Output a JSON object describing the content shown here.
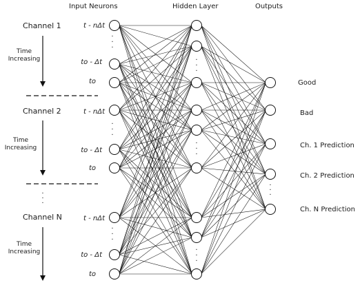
{
  "headers": {
    "input": "Input Neurons",
    "hidden": "Hidden Layer",
    "outputs": "Outputs"
  },
  "channels": [
    {
      "name": "Channel 1",
      "time_line1": "Time",
      "time_line2": "Increasing",
      "labels": {
        "first": "t - nΔt",
        "second": "to - Δt",
        "third": "to"
      }
    },
    {
      "name": "Channel 2",
      "time_line1": "Time",
      "time_line2": "Increasing",
      "labels": {
        "first": "t - nΔt",
        "second": "to - Δt",
        "third": "to"
      }
    },
    {
      "name": "Channel N",
      "time_line1": "Time",
      "time_line2": "Increasing",
      "labels": {
        "first": "t - nΔt",
        "second": "to - Δt",
        "third": "to"
      }
    }
  ],
  "output_labels": [
    "Good",
    "Bad",
    "Ch. 1 Prediction",
    "Ch. 2 Prediction",
    "Ch. N Prediction"
  ],
  "ellipsis": "·"
}
